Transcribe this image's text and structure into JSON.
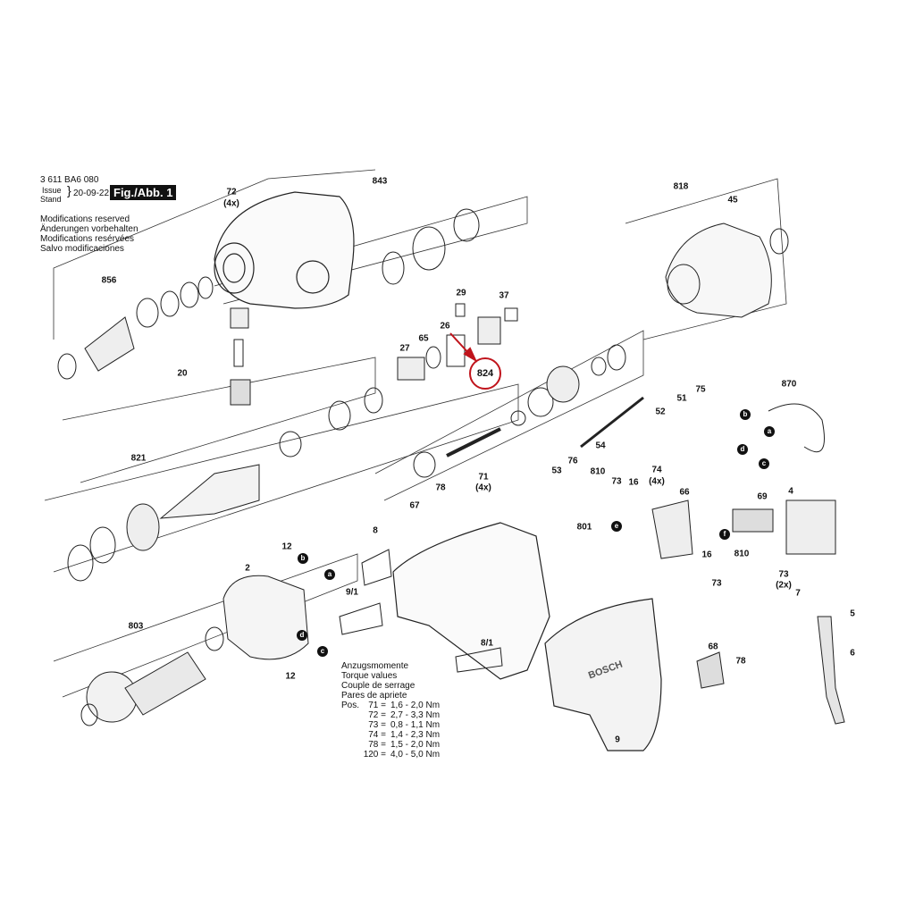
{
  "header": {
    "part_number": "3 611 BA6 080",
    "issue_label": "Issue",
    "stand_label": "Stand",
    "date": "20-09-22",
    "figure": "Fig./Abb. 1"
  },
  "notes": [
    "Modifications reserved",
    "Änderungen vorbehalten",
    "Modifications resérvées",
    "Salvo modificaciones"
  ],
  "torque": {
    "titles": [
      "Anzugsmomente",
      "Torque values",
      "Couple de serrage",
      "Pares de apriete"
    ],
    "pos_label": "Pos.",
    "rows": [
      {
        "pos": "71 =",
        "value": "1,6 - 2,0 Nm"
      },
      {
        "pos": "72 =",
        "value": "2,7 - 3,3 Nm"
      },
      {
        "pos": "73 =",
        "value": "0,8 - 1,1 Nm"
      },
      {
        "pos": "74 =",
        "value": "1,4 - 2,3 Nm"
      },
      {
        "pos": "78 =",
        "value": "1,5 - 2,0 Nm"
      },
      {
        "pos": "120 =",
        "value": "4,0 - 5,0 Nm"
      }
    ]
  },
  "highlighted_part": "824",
  "highlight_color": "#c0141c",
  "brand_on_housing": "BOSCH",
  "labels": [
    "72",
    "(4x)",
    "843",
    "818",
    "45",
    "856",
    "29",
    "37",
    "26",
    "65",
    "27",
    "20",
    "870",
    "75",
    "51",
    "52",
    "54",
    "821",
    "76",
    "53",
    "810",
    "73",
    "16",
    "74",
    "(4x)",
    "71",
    "(4x)",
    "78",
    "66",
    "69",
    "4",
    "67",
    "801",
    "8",
    "12",
    "2",
    "16",
    "810",
    "73",
    "73",
    "(2x)",
    "7",
    "5",
    "9/1",
    "803",
    "8/1",
    "12",
    "68",
    "78",
    "6",
    "9"
  ],
  "connectors": [
    "b",
    "a",
    "d",
    "c",
    "b",
    "a",
    "d",
    "c",
    "e",
    "f"
  ]
}
